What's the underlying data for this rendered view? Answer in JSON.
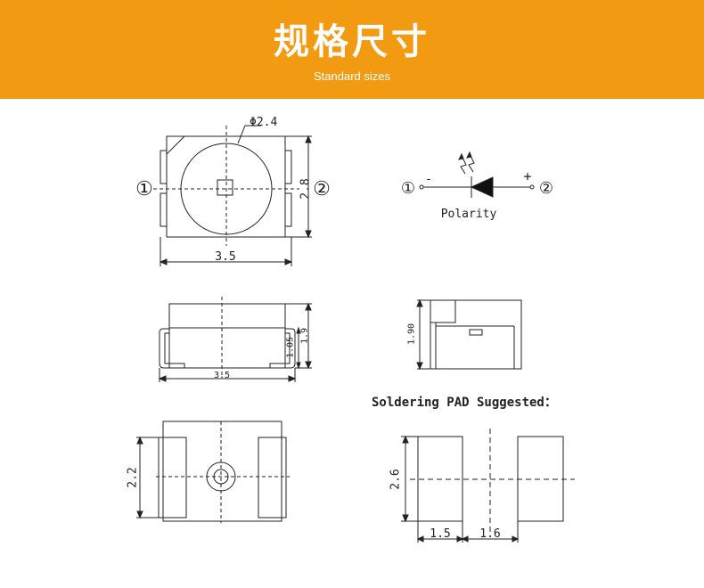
{
  "header": {
    "title": "规格尺寸",
    "subtitle": "Standard sizes"
  },
  "top_view": {
    "diameter_label": "Φ2.4",
    "width_label": "3.5",
    "height_label": "2.8",
    "pin1": "①",
    "pin2": "②"
  },
  "polarity": {
    "pin1": "①",
    "pin2": "②",
    "minus": "-",
    "plus": "+",
    "label": "Polarity"
  },
  "side_view": {
    "width_label": "3.5",
    "height_total": "1.9",
    "height_body": "1.05"
  },
  "end_view": {
    "height_label": "1.90"
  },
  "soldering": {
    "title": "Soldering PAD Suggested："
  },
  "bottom_view": {
    "height_label": "2.2"
  },
  "pad": {
    "height_label": "2.6",
    "pad_width_label": "1.5",
    "gap_label": "1.6"
  },
  "colors": {
    "banner": "#f29b12",
    "line": "#222222"
  }
}
